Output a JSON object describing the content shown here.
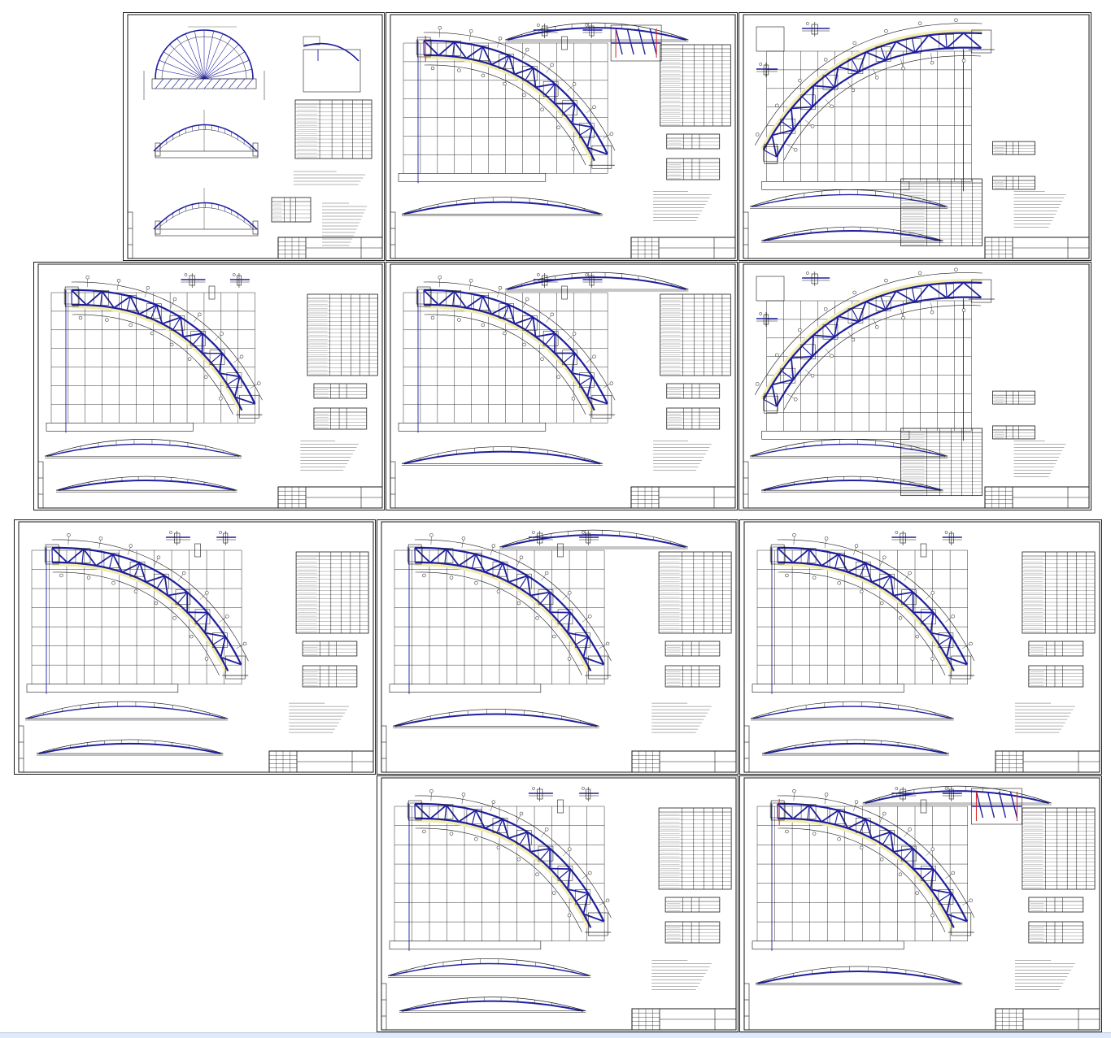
{
  "viewer": {
    "background": "#ffffff",
    "line_color": "#1a1a1a",
    "member_color": "#1f1f9e",
    "accent_red": "#d62020",
    "highlight_yellow": "#f3ecb0",
    "strip_color": "#dfe9f7"
  },
  "sheets": [
    {
      "id": "sheet-1",
      "kind": "general"
    },
    {
      "id": "sheet-2",
      "kind": "truss-right",
      "variant": "nodes"
    },
    {
      "id": "sheet-3",
      "kind": "truss-left"
    },
    {
      "id": "sheet-4",
      "kind": "truss-right"
    },
    {
      "id": "sheet-5",
      "kind": "truss-right"
    },
    {
      "id": "sheet-6",
      "kind": "truss-left"
    },
    {
      "id": "sheet-7",
      "kind": "truss-right"
    },
    {
      "id": "sheet-8",
      "kind": "truss-right"
    },
    {
      "id": "sheet-9",
      "kind": "truss-right"
    },
    {
      "id": "sheet-10",
      "kind": "truss-right"
    },
    {
      "id": "sheet-11",
      "kind": "truss-right",
      "variant": "nodes"
    }
  ]
}
